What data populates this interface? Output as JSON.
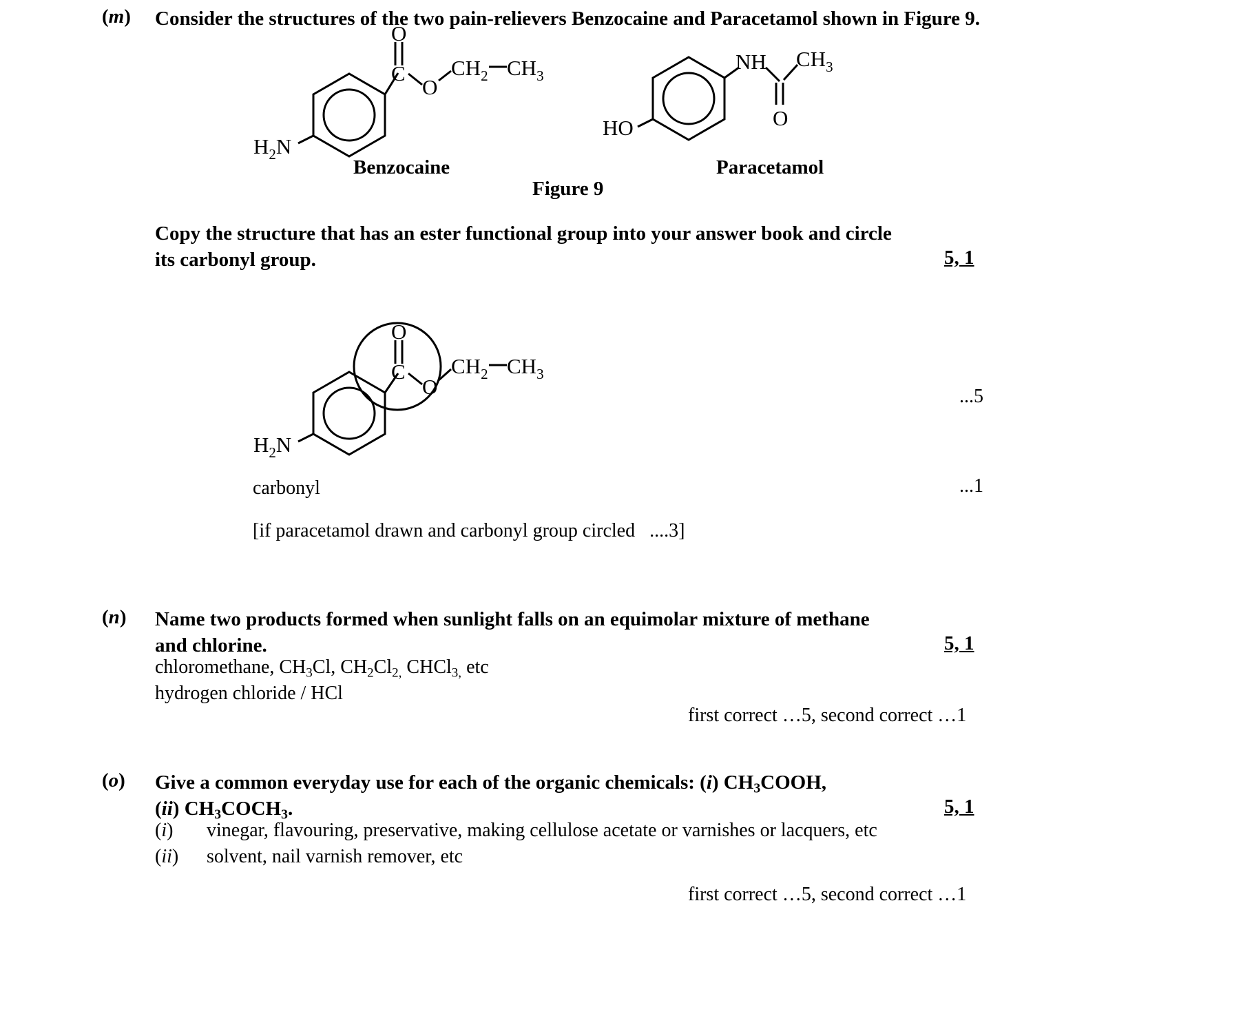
{
  "document": {
    "type": "exam-marking-scheme",
    "page_background": "#ffffff",
    "ink_color": "#000000"
  },
  "question_m": {
    "label": "(m)",
    "label_letter": "m",
    "stem_line_1": "Consider the structures of the two pain-relievers Benzocaine and Paracetamol shown in Figure 9.",
    "figure": {
      "caption": "Figure 9",
      "structures": [
        {
          "name": "Benzocaine",
          "caption": "Benzocaine",
          "formula_fragments": [
            "H2N",
            "C",
            "O",
            "O",
            "CH2",
            "CH3"
          ],
          "atom_labels": {
            "amine": "H₂N",
            "carbonyl_carbon": "C",
            "carbonyl_oxygen": "O",
            "ester_oxygen": "O",
            "methylene": "CH₂",
            "methyl": "CH₃"
          },
          "ring": "benzene-with-inner-circle",
          "circled_group": false
        },
        {
          "name": "Paracetamol",
          "caption": "Paracetamol",
          "atom_labels": {
            "hydroxyl": "HO",
            "amide_nitrogen": "NH",
            "carbonyl_oxygen": "O",
            "methyl": "CH₃"
          },
          "ring": "benzene-with-inner-circle",
          "circled_group": false
        }
      ]
    },
    "instruction_line_1": "Copy the structure that has an ester functional group into your answer book and circle",
    "instruction_line_2": "its carbonyl group.",
    "marks": "5, 1",
    "answer": {
      "structure": {
        "name": "Benzocaine",
        "atom_labels": {
          "amine": "H₂N",
          "carbonyl_carbon": "C",
          "carbonyl_oxygen": "O",
          "ester_oxygen": "O",
          "methylene": "CH₂",
          "methyl": "CH₃"
        },
        "ring": "benzene-with-inner-circle",
        "circled_group": true,
        "circled_group_name": "carbonyl"
      },
      "structure_mark": "...5",
      "carbonyl_label": "carbonyl",
      "carbonyl_mark": "...1",
      "note": "[if paracetamol drawn and carbonyl group circled   ....3]"
    }
  },
  "question_n": {
    "label": "(n)",
    "label_letter": "n",
    "stem_line_1": "Name two products formed when sunlight falls on an equimolar mixture of methane",
    "stem_line_2": "and chlorine.",
    "marks": "5, 1",
    "answers": [
      "chloromethane, CH₃Cl, CH₂Cl₂, CHCl₃, etc",
      "hydrogen chloride / HCl"
    ],
    "answer_1_parts": {
      "a": "chloromethane, CH",
      "a_sub": "3",
      "b": "Cl, CH",
      "b_sub": "2",
      "c": "Cl",
      "c_sub": "2,",
      "d": " CHCl",
      "d_sub": "3,",
      "e": " etc"
    },
    "marking_note": "first correct …5, second correct …1"
  },
  "question_o": {
    "label": "(o)",
    "label_letter": "o",
    "stem_line_1_a": "Give a common everyday use for each of the organic chemicals: (",
    "stem_line_1_i": "i",
    "stem_line_1_b": ") CH",
    "stem_line_1_b_sub": "3",
    "stem_line_1_c": "COOH,",
    "stem_line_2_i": "ii",
    "stem_line_2_a": ") CH",
    "stem_line_2_a_sub": "3",
    "stem_line_2_b": "COCH",
    "stem_line_2_b_sub": "3",
    "stem_line_2_c": ".",
    "marks": "5, 1",
    "answers": [
      {
        "marker": "(i)",
        "marker_letter": "i",
        "text": "vinegar, flavouring, preservative, making cellulose acetate or varnishes or lacquers, etc"
      },
      {
        "marker": "(ii)",
        "marker_letter": "ii",
        "text": "solvent, nail varnish remover, etc"
      }
    ],
    "marking_note": "first correct …5, second correct …1"
  }
}
